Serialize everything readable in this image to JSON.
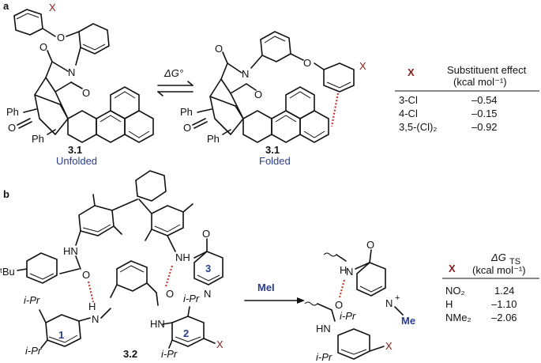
{
  "panel_a": {
    "label": "a",
    "left": {
      "compound": "3.1",
      "state": "Unfolded"
    },
    "right": {
      "compound": "3.1",
      "state": "Folded"
    },
    "equilibrium_label": "ΔG°",
    "atoms": {
      "x": "X",
      "o1": "O",
      "o2": "O",
      "n": "N",
      "o3": "O",
      "ph1": "Ph",
      "ph2": "Ph",
      "ketone_o": "O"
    },
    "table": {
      "col1": "X",
      "col2_line1": "Substituent effect",
      "col2_line2": "(kcal mol⁻¹)",
      "rows": [
        {
          "x": "3-Cl",
          "value": "–0.54"
        },
        {
          "x": "4-Cl",
          "value": "–0.15"
        },
        {
          "x": "3,5-(Cl)₂",
          "value": "–0.92"
        }
      ]
    }
  },
  "panel_b": {
    "label": "b",
    "compound": "3.2",
    "reagent": "MeI",
    "groups": {
      "tbu": "ᵗBu",
      "ipr": "i-Pr",
      "x": "X",
      "hn": "HN",
      "nh": "NH",
      "h": "H",
      "n": "N",
      "o": "O",
      "me": "Me",
      "plus": "+"
    },
    "ring_labels": [
      "1",
      "2",
      "3"
    ],
    "table": {
      "col1": "X",
      "col2_line1": "ΔG",
      "col2_sub": "TS",
      "col2_line2": "(kcal mol⁻¹)",
      "rows": [
        {
          "x": "NO₂",
          "value": "1.24"
        },
        {
          "x": "H",
          "value": "–1.10"
        },
        {
          "x": "NMe₂",
          "value": "–2.06"
        }
      ]
    }
  },
  "colors": {
    "blue_label": "#2b3d8f",
    "red_x": "#8b1a1a",
    "hbond": "#c0392b"
  }
}
